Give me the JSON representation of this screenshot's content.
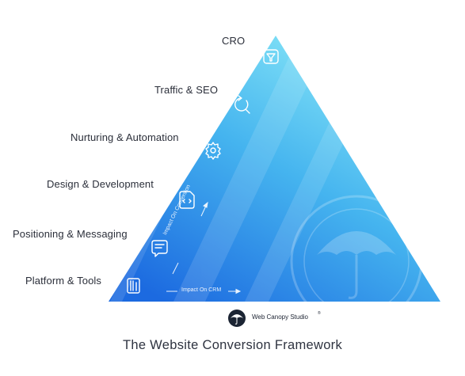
{
  "layers": [
    {
      "label": "CRO",
      "icon": "funnel-icon"
    },
    {
      "label": "Traffic & SEO",
      "icon": "refresh-icon"
    },
    {
      "label": "Nurturing & Automation",
      "icon": "gear-icon"
    },
    {
      "label": "Design & Development",
      "icon": "code-file-icon"
    },
    {
      "label": "Positioning & Messaging",
      "icon": "chat-icon"
    },
    {
      "label": "Platform & Tools",
      "icon": "tools-icon"
    }
  ],
  "axes": {
    "vertical": "Impact On Conversion",
    "horizontal": "Impact On CRM"
  },
  "brand": {
    "name": "Web Canopy Studio",
    "mark": "®",
    "logo": "umbrella-logo-icon"
  },
  "title": "The Website Conversion Framework",
  "colors": {
    "apex": "#7fe3f6",
    "base": "#1f6fe0",
    "text": "#2b2f3a"
  }
}
